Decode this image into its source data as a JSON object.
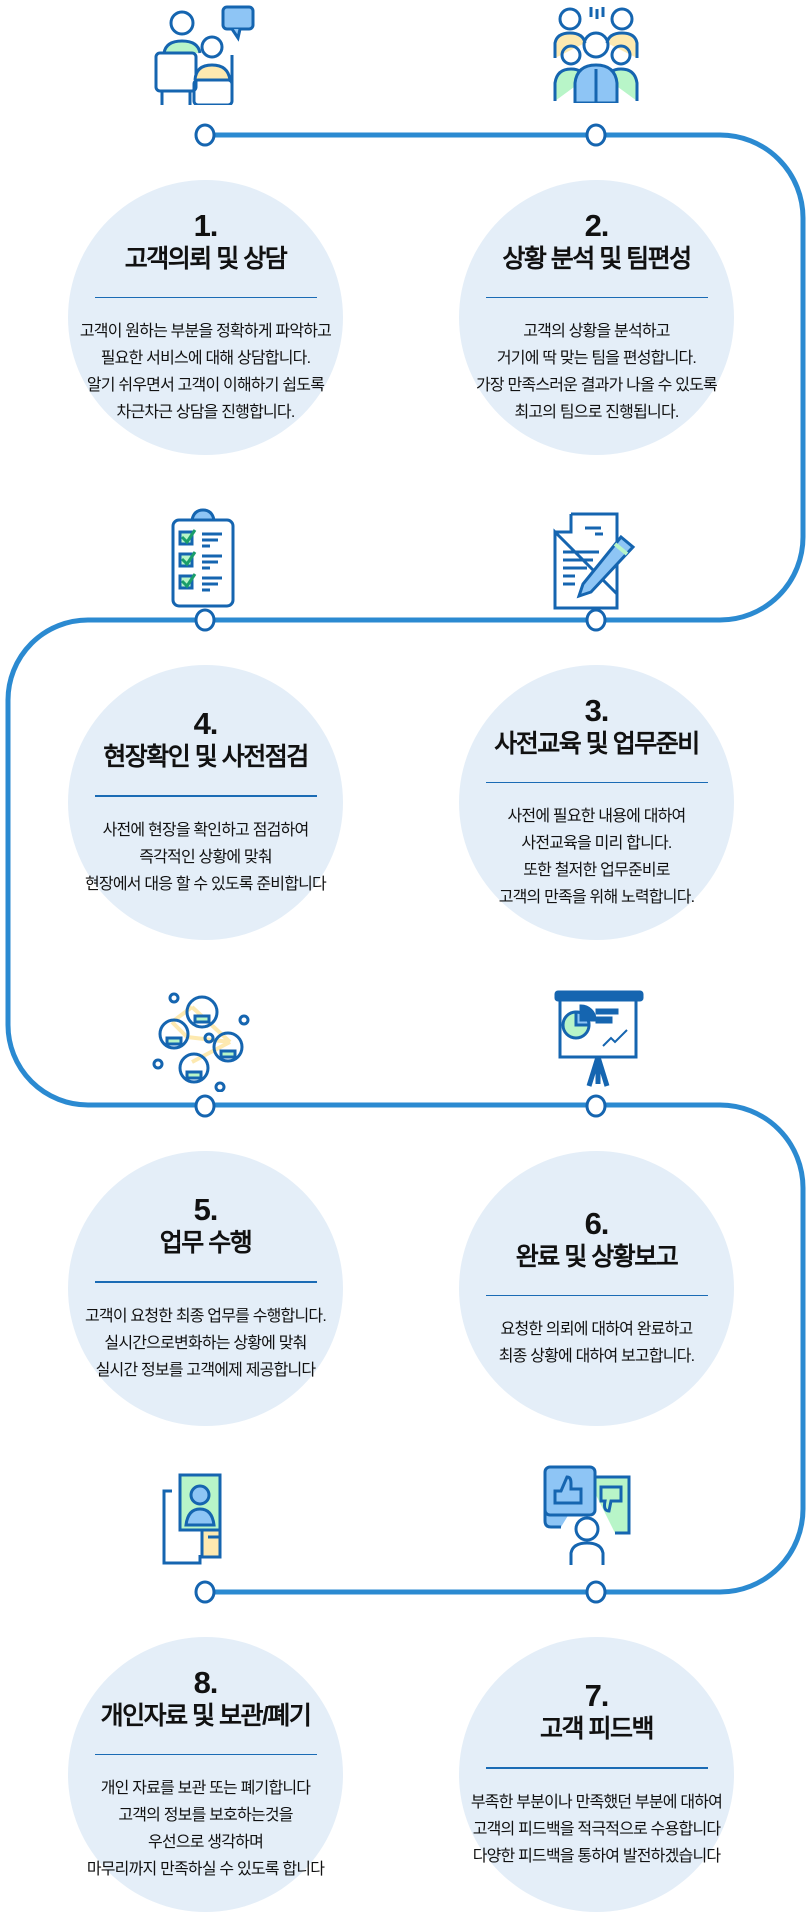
{
  "colors": {
    "line": "#2b8ad1",
    "icon_dark": "#1565b0",
    "icon_blue": "#8ec5f5",
    "icon_green": "#b8f5c8",
    "icon_yellow": "#fde9b0",
    "card_bg": "#e4eef8"
  },
  "steps": [
    {
      "number": "1.",
      "title": "고객의뢰 및 상담",
      "icon": "consultation-icon",
      "lines": [
        "고객이 원하는 부분을 정확하게 파악하고",
        "필요한 서비스에 대해 상담합니다.",
        "알기 쉬우면서 고객이 이해하기 쉽도록",
        "차근차근 상담을 진행합니다."
      ]
    },
    {
      "number": "2.",
      "title": "상황 분석 및 팀편성",
      "icon": "team-icon",
      "lines": [
        "고객의 상황을 분석하고",
        "거기에 딱 맞는 팀을 편성합니다.",
        "가장 만족스러운 결과가 나올 수 있도록",
        "최고의 팀으로 진행됩니다."
      ]
    },
    {
      "number": "3.",
      "title": "사전교육 및 업무준비",
      "icon": "document-pen-icon",
      "lines": [
        "사전에 필요한 내용에 대하여",
        "사전교육을 미리 합니다.",
        "또한 철저한 업무준비로",
        "고객의 만족을 위해 노력합니다."
      ]
    },
    {
      "number": "4.",
      "title": "현장확인 및 사전점검",
      "icon": "checklist-icon",
      "lines": [
        "사전에 현장을 확인하고 점검하여",
        "즉각적인 상황에 맞춰",
        "현장에서 대응 할 수 있도록 준비합니다"
      ]
    },
    {
      "number": "5.",
      "title": "업무 수행",
      "icon": "network-people-icon",
      "lines": [
        "고객이 요청한 최종 업무를 수행합니다.",
        "실시간으로변화하는 상황에 맞춰",
        "실시간 정보를 고객에제 제공합니다"
      ]
    },
    {
      "number": "6.",
      "title": "완료 및 상황보고",
      "icon": "presentation-board-icon",
      "lines": [
        "요청한 의뢰에 대하여 완료하고",
        "최종 상황에 대하여 보고합니다."
      ]
    },
    {
      "number": "7.",
      "title": "고객 피드백",
      "icon": "feedback-icon",
      "lines": [
        "부족한 부분이나 만족했던 부분에 대하여",
        "고객의 피드백을 적극적으로 수용합니다",
        "다양한 피드백을 통하여 발전하겠습니다"
      ]
    },
    {
      "number": "8.",
      "title": "개인자료 및 보관/폐기",
      "icon": "profile-document-icon",
      "lines": [
        "개인 자료를 보관 또는 폐기합니다",
        "고객의 정보를 보호하는것을",
        "우선으로 생각하며",
        "마무리까지 만족하실 수 있도록 합니다"
      ]
    }
  ]
}
